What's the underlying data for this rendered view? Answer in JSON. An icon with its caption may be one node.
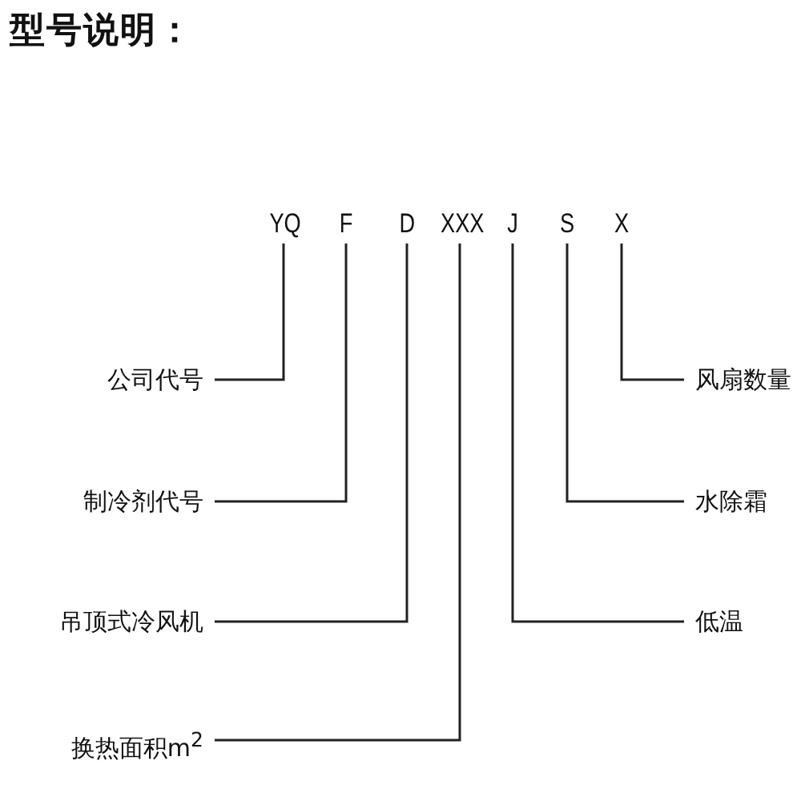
{
  "diagram": {
    "title": "型号说明：",
    "nodes": [
      {
        "text": [
          "YQ"
        ]
      },
      {
        "text": [
          "F"
        ]
      },
      {
        "text": [
          "D"
        ]
      },
      {
        "text": [
          "XXX"
        ]
      },
      {
        "text": [
          "J"
        ]
      },
      {
        "text": [
          "S"
        ]
      },
      {
        "text": [
          "X"
        ]
      },
      {
        "text": [
          "公司代号"
        ]
      },
      {
        "text": [
          "制冷剂代号"
        ]
      },
      {
        "text": [
          "吊顶式冷风机"
        ]
      },
      {
        "text": [
          "换热面积m$^{2}$"
        ]
      },
      {
        "text": [
          "风扇数量"
        ]
      },
      {
        "text": [
          "水除霜"
        ]
      },
      {
        "text": [
          "低温"
        ]
      }
    ],
    "edges": [
      {
        "from": 7,
        "to": 0,
        "arrow": "none"
      },
      {
        "from": 8,
        "to": 1,
        "arrow": "none"
      },
      {
        "from": 9,
        "to": 2,
        "arrow": "none"
      },
      {
        "from": 10,
        "to": 3,
        "arrow": "none"
      },
      {
        "from": 13,
        "to": 4,
        "arrow": "none"
      },
      {
        "from": 12,
        "to": 5,
        "arrow": "none"
      },
      {
        "from": 11,
        "to": 6,
        "arrow": "none"
      }
    ]
  }
}
